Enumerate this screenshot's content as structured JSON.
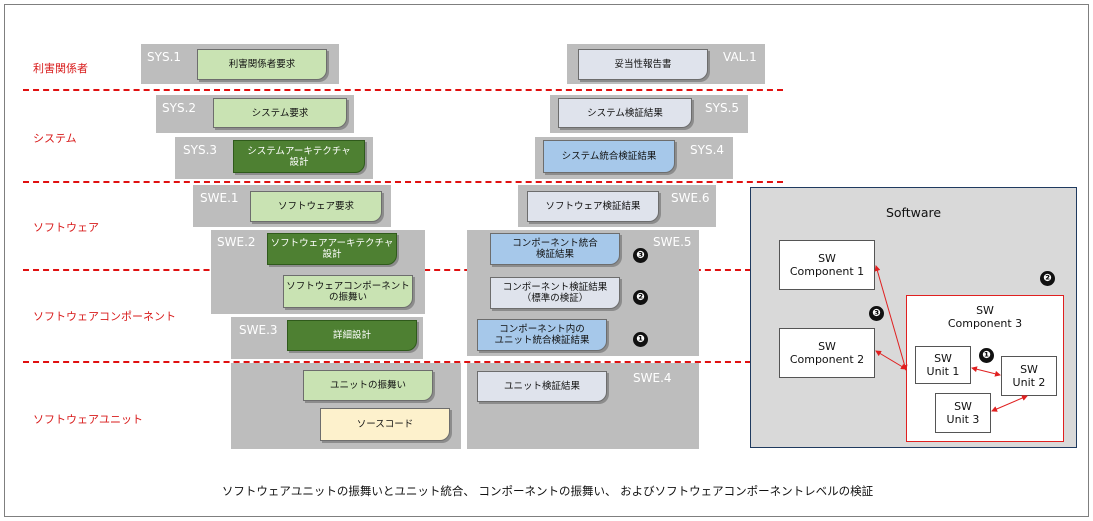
{
  "lanes": {
    "stakeholder": "利害関係者",
    "system": "システム",
    "software": "ソフトウェア",
    "sw_component": "ソフトウェアコンポーネント",
    "sw_unit": "ソフトウェアユニット"
  },
  "codes": {
    "sys1": "SYS.1",
    "val1": "VAL.1",
    "sys2": "SYS.2",
    "sys5": "SYS.5",
    "sys3": "SYS.3",
    "sys4": "SYS.4",
    "swe1": "SWE.1",
    "swe6": "SWE.6",
    "swe2": "SWE.2",
    "swe5": "SWE.5",
    "swe3": "SWE.3",
    "swe4": "SWE.4"
  },
  "docs": {
    "stakeholder_req": "利害関係者要求",
    "validation_report": "妥当性報告書",
    "system_req": "システム要求",
    "system_verif": "システム検証結果",
    "system_arch": [
      "システムアーキテクチャ",
      "設計"
    ],
    "system_integ_verif": "システム統合検証結果",
    "software_req": "ソフトウェア要求",
    "software_verif": "ソフトウェア検証結果",
    "software_arch": [
      "ソフトウェアアーキテクチャ",
      "設計"
    ],
    "component_integ_verif": [
      "コンポーネント統合",
      "検証結果"
    ],
    "component_behavior": [
      "ソフトウェアコンポーネント",
      "の振舞い"
    ],
    "component_verif": [
      "コンポーネント検証結果",
      "（標準の検証）"
    ],
    "detailed_design": "詳細設計",
    "unit_integ_verif": [
      "コンポーネント内の",
      "ユニット統合検証結果"
    ],
    "unit_behavior": "ユニットの振舞い",
    "unit_verif": "ユニット検証結果",
    "source_code": "ソースコード"
  },
  "markers": {
    "one": "❶",
    "two": "❷",
    "three": "❸"
  },
  "software_panel": {
    "title": "Software",
    "component1": [
      "SW",
      "Component 1"
    ],
    "component2": [
      "SW",
      "Component 2"
    ],
    "component3": [
      "SW",
      "Component 3"
    ],
    "unit1": [
      "SW",
      "Unit 1"
    ],
    "unit2": [
      "SW",
      "Unit 2"
    ],
    "unit3": [
      "SW",
      "Unit 3"
    ]
  },
  "caption": "ソフトウェアユニットの振舞いとユニット統合、 コンポーネントの振舞い、 およびソフトウェアコンポーネントレベルの検証",
  "colors": {
    "lane_label": "#d81b1b",
    "dashed_line": "#e01010",
    "band": "#bdbdbd",
    "doc_green_light": "#c9e3b3",
    "doc_green_dark": "#4e8032",
    "doc_gray": "#dfe3ec",
    "doc_blue": "#a6c8ea",
    "doc_yellow": "#fdf1cc",
    "component3_border": "#e02020",
    "arrow": "#e02020"
  }
}
